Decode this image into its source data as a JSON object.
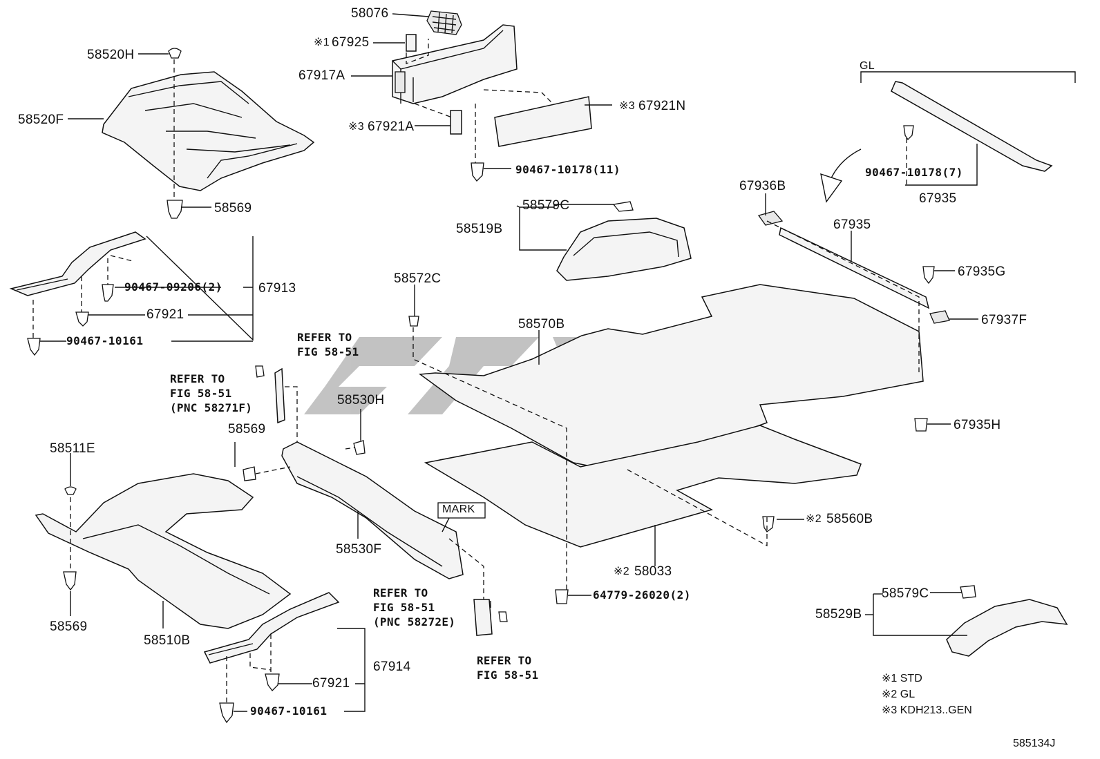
{
  "labels": {
    "p58076": "58076",
    "p67925": "67925",
    "mark1_67925": "※1",
    "p67917A": "67917A",
    "p67921A": "67921A",
    "mark3_67921A": "※3",
    "p67921N": "67921N",
    "mark3_67921N": "※3",
    "p90467_10178_11": "90467-10178(11)",
    "p58520H": "58520H",
    "p58520F": "58520F",
    "p58569_top": "58569",
    "p90467_09206": "90467-09206(2)",
    "p67913": "67913",
    "p67921_top": "67921",
    "p90467_10161_top": "90467-10161",
    "p58579C_top": "58579C",
    "p58519B": "58519B",
    "p58572C": "58572C",
    "p58570B": "58570B",
    "p67936B": "67936B",
    "p67935_mid": "67935",
    "p67935G": "67935G",
    "p67937F": "67937F",
    "p67935H": "67935H",
    "gl_header": "GL",
    "p90467_10178_7": "90467-10178(7)",
    "p67935_top": "67935",
    "p58530H": "58530H",
    "p58569_mid": "58569",
    "p58511E": "58511E",
    "p58530F": "58530F",
    "mark_box": "MARK",
    "p58560B": "58560B",
    "mark2_58560B": "※2",
    "p58033": "58033",
    "mark2_58033": "※2",
    "p64779": "64779-26020(2)",
    "p58569_bot": "58569",
    "p58510B": "58510B",
    "p67914": "67914",
    "p67921_bot": "67921",
    "p90467_10161_bot": "90467-10161",
    "p58579C_bot": "58579C",
    "p58529B": "58529B",
    "ref1": "REFER TO\nFIG 58-51",
    "ref2": "REFER TO\nFIG 58-51\n(PNC 58271F)",
    "ref3": "REFER TO\nFIG 58-51\n(PNC 58272E)",
    "ref4": "REFER TO\nFIG 58-51"
  },
  "notes": [
    "※1 STD",
    "※2 GL",
    "※3 KDH213..GEN"
  ],
  "figure_id": "585134J",
  "watermark_color": "#b8b8b8"
}
